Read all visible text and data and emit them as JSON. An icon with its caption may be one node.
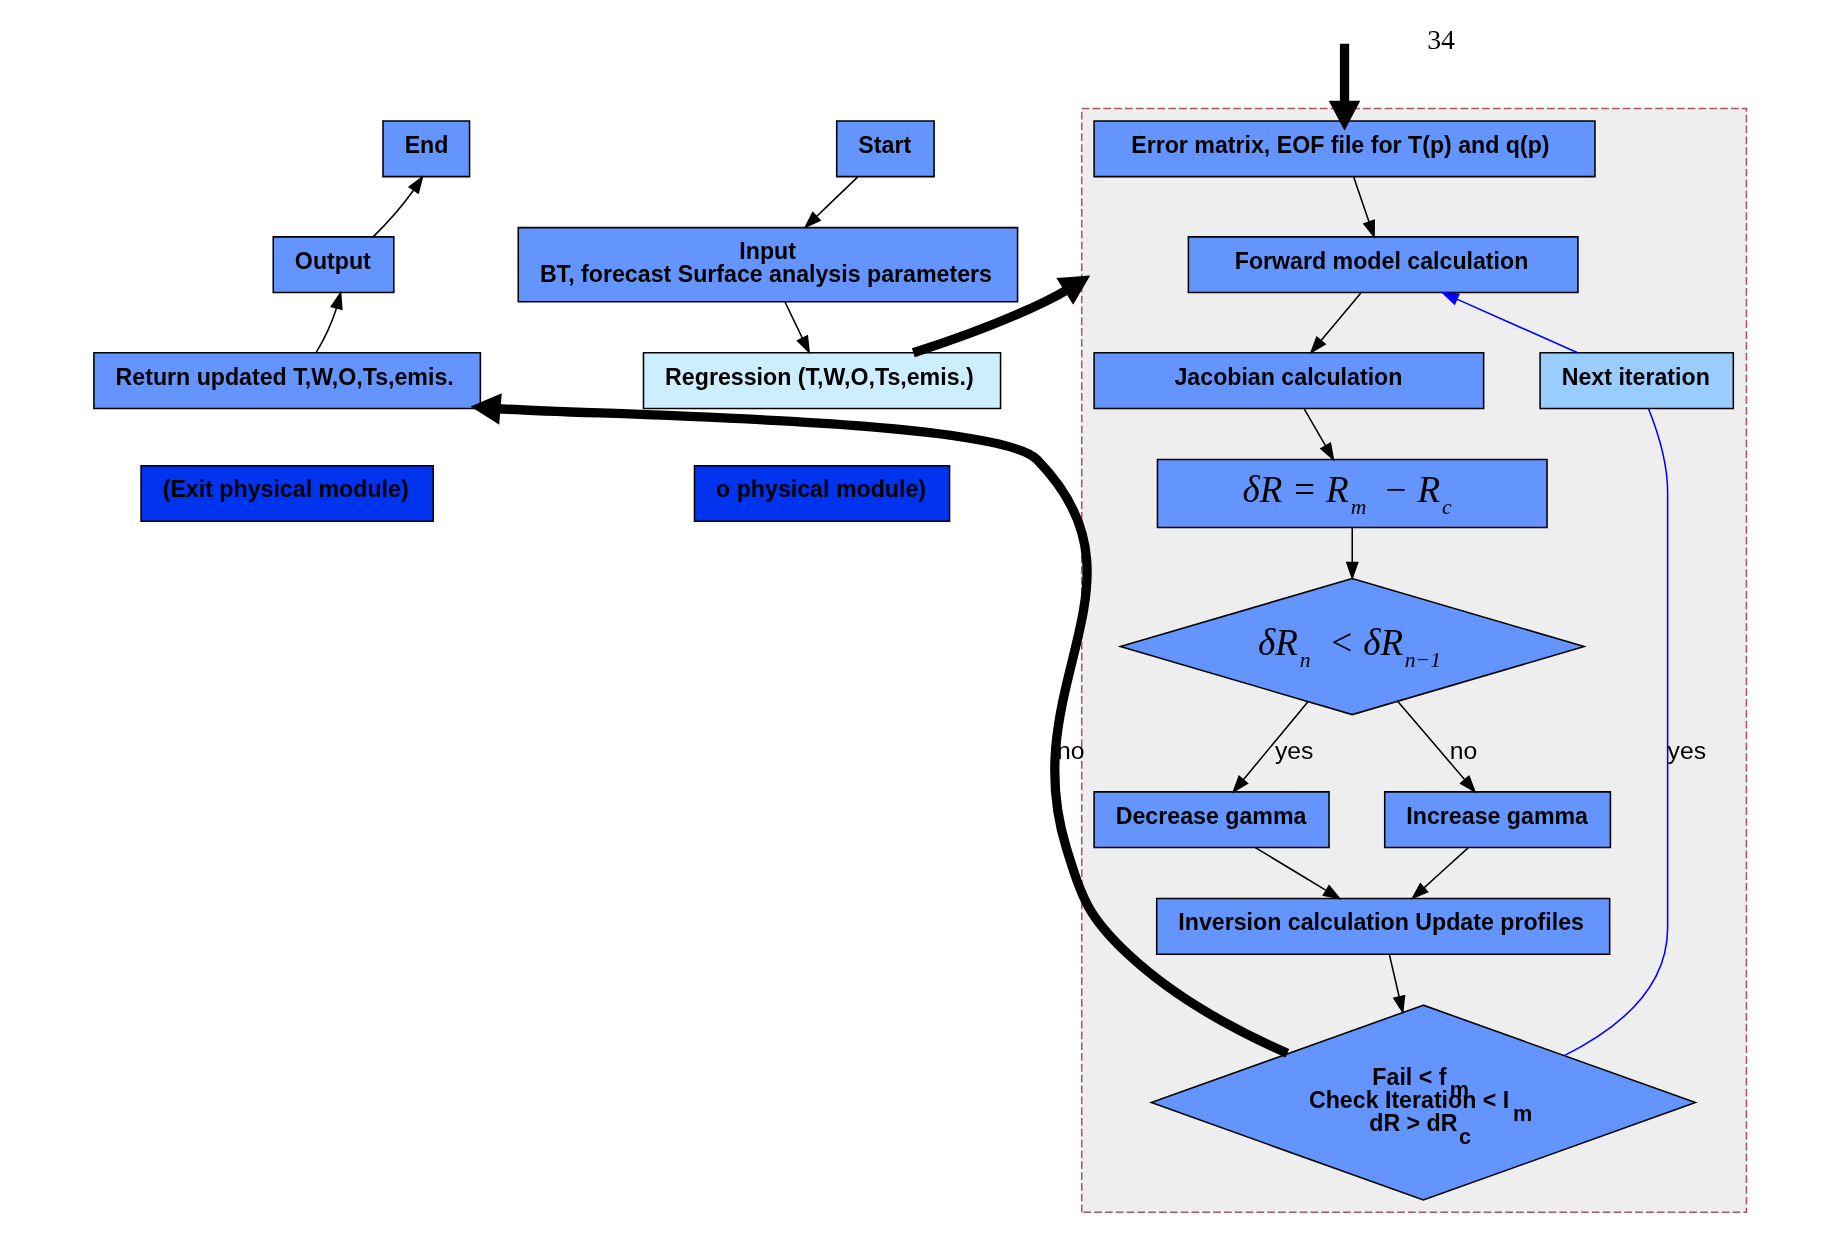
{
  "diagram": {
    "nodes": [
      {
        "text": [
          "Start"
        ]
      },
      {
        "text": [
          "Input",
          "BT, forecast Surface analysis parameters"
        ]
      },
      {
        "text": [
          "Regression (T,W,O,Ts,emis.)"
        ]
      },
      {
        "text": [
          "o physical module)"
        ]
      },
      {
        "text": [],
        "shape": "box"
      },
      {
        "text": [
          "Error matrix, EOF file for T(p) and q(p)"
        ],
        "in": 4
      },
      {
        "text": [
          "Forward model calculation"
        ],
        "in": 4
      },
      {
        "text": [
          "Jacobian calculation"
        ],
        "in": 4
      },
      {
        "text": [
          "δR = R$_{m}$ − R$_{c}$"
        ],
        "in": 4
      },
      {
        "text": [
          "δR$_{n}$ < δR$_{n−1}$"
        ],
        "in": 4
      },
      {
        "text": [
          "Decrease gamma"
        ],
        "in": 4
      },
      {
        "text": [
          "Increase gamma"
        ],
        "in": 4
      },
      {
        "text": [
          "Inversion calculation Update profiles"
        ],
        "in": 4
      },
      {
        "text": [
          "Fail < f$_{m}$",
          "Check Iteration < I$_{m}$",
          "dR > dR$_{c}$"
        ],
        "in": 4
      },
      {
        "text": [
          "Next iteration"
        ],
        "in": 4
      },
      {
        "text": [
          "End"
        ]
      },
      {
        "text": [
          "Output"
        ]
      },
      {
        "text": [
          "Return updated T,W,O,Ts,emis."
        ]
      },
      {
        "text": [
          "(Exit physical module)"
        ]
      }
    ],
    "edges": [
      {
        "from": 0,
        "to": 1,
        "arrow": "to"
      },
      {
        "from": 1,
        "to": 2,
        "arrow": "to"
      },
      {
        "from": 2,
        "to": 4,
        "arrow": "to",
        "style": "thick"
      },
      {
        "from": null,
        "to": 5,
        "arrow": "to",
        "style": "thick"
      },
      {
        "from": 5,
        "to": 6,
        "arrow": "to"
      },
      {
        "from": 6,
        "to": 7,
        "arrow": "to"
      },
      {
        "from": 7,
        "to": 8,
        "arrow": "to"
      },
      {
        "from": 8,
        "to": 9,
        "arrow": "to"
      },
      {
        "from": 9,
        "to": 10,
        "arrow": "to",
        "label": "yes"
      },
      {
        "from": 9,
        "to": 11,
        "arrow": "to",
        "label": "no"
      },
      {
        "from": 10,
        "to": 12,
        "arrow": "to"
      },
      {
        "from": 11,
        "to": 12,
        "arrow": "to"
      },
      {
        "from": 12,
        "to": 13,
        "arrow": "to"
      },
      {
        "from": 13,
        "to": 14,
        "arrow": "none",
        "label": "yes",
        "color": "#0000ff"
      },
      {
        "from": 14,
        "to": 6,
        "arrow": "to",
        "color": "#0000ff"
      },
      {
        "from": 13,
        "to": 17,
        "arrow": "to",
        "label": "no",
        "style": "thick"
      },
      {
        "from": 17,
        "to": 16,
        "arrow": "to"
      },
      {
        "from": 16,
        "to": 15,
        "arrow": "to"
      }
    ],
    "labels": [
      "34"
    ]
  }
}
